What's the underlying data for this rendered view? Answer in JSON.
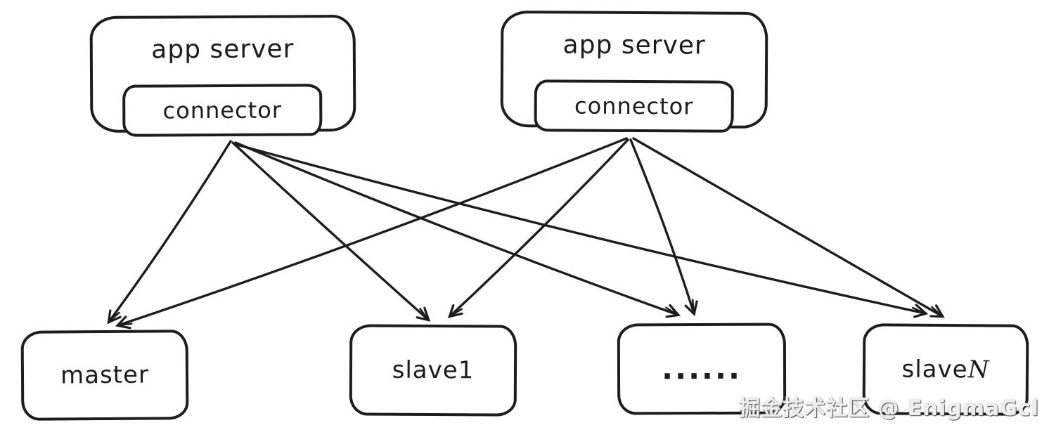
{
  "diagram": {
    "stroke_color": "#1d1d1d",
    "background_color": "#ffffff",
    "top_nodes": [
      {
        "id": "app-server-1",
        "label": "app server",
        "child": {
          "id": "connector-1",
          "label": "connector"
        }
      },
      {
        "id": "app-server-2",
        "label": "app server",
        "child": {
          "id": "connector-2",
          "label": "connector"
        }
      }
    ],
    "bottom_nodes": [
      {
        "id": "master",
        "label": "master"
      },
      {
        "id": "slave1",
        "label": "slave1"
      },
      {
        "id": "ellipsis",
        "label": "......"
      },
      {
        "id": "slaveN",
        "label": "slave",
        "suffix": "N"
      }
    ],
    "edges": [
      {
        "from": "connector-1",
        "to": "master"
      },
      {
        "from": "connector-1",
        "to": "slave1"
      },
      {
        "from": "connector-1",
        "to": "ellipsis"
      },
      {
        "from": "connector-1",
        "to": "slaveN"
      },
      {
        "from": "connector-2",
        "to": "master"
      },
      {
        "from": "connector-2",
        "to": "slave1"
      },
      {
        "from": "connector-2",
        "to": "ellipsis"
      },
      {
        "from": "connector-2",
        "to": "slaveN"
      }
    ]
  },
  "watermark": {
    "text": "掘金技术社区 @ EnigmaGcl"
  }
}
